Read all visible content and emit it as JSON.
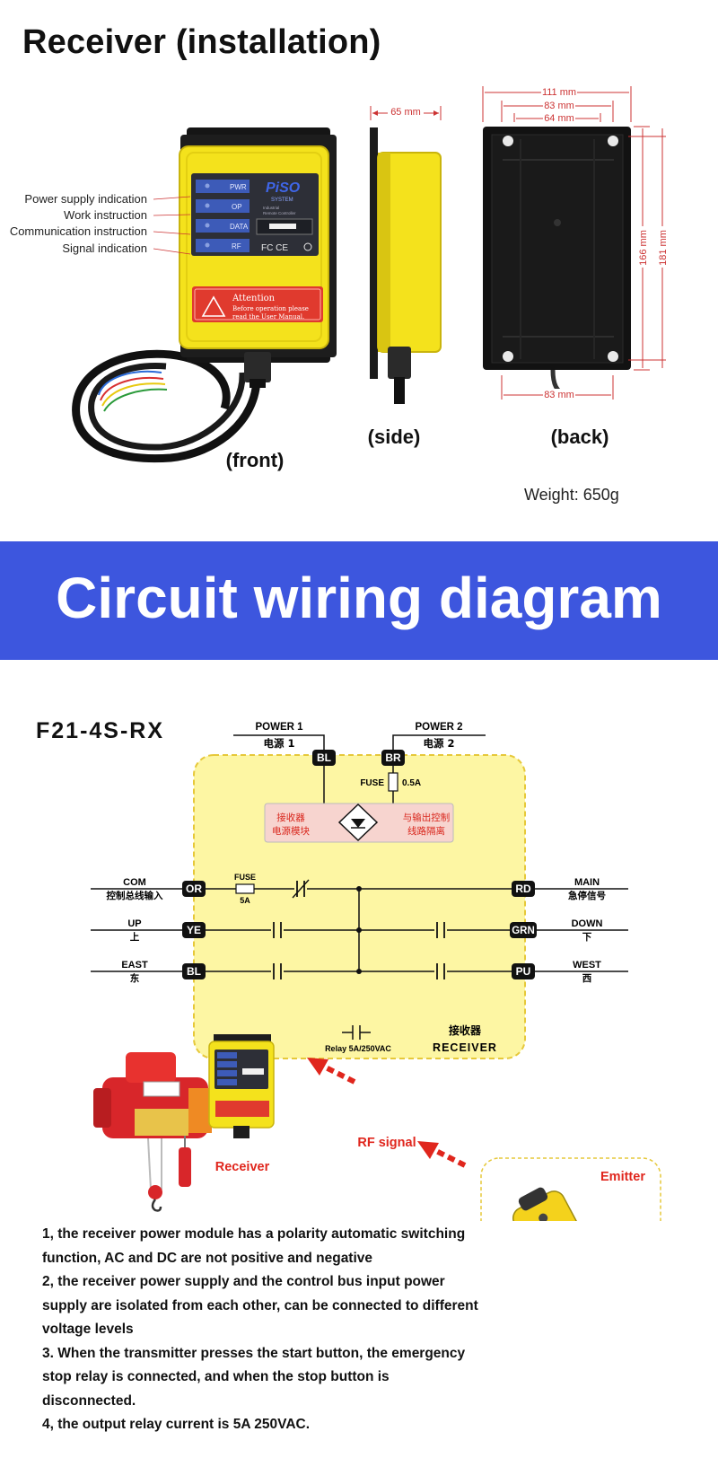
{
  "title": "Receiver (installation)",
  "views": {
    "front": "(front)",
    "side": "(side)",
    "back": "(back)"
  },
  "weight": "Weight: 650g",
  "device": {
    "brand": "PiSO",
    "brand_sub": "SYSTEM",
    "tagline_1": "Industrial",
    "tagline_2": "Remote Controller",
    "indicators": [
      "PWR",
      "OP",
      "DATA",
      "RF"
    ],
    "cert": "FC CE",
    "attention_title": "Attention",
    "attention_line1": "Before operation please",
    "attention_line2": "read the User Manual."
  },
  "callouts": [
    "Power supply indication",
    "Work instruction",
    "Communication instruction",
    "Signal indication"
  ],
  "dimensions": {
    "side_depth": "65 mm",
    "back_w1": "111 mm",
    "back_w2": "83 mm",
    "back_w3": "64 mm",
    "back_bottom": "83 mm",
    "back_h1": "166 mm",
    "back_h2": "181 mm"
  },
  "banner": "Circuit wiring diagram",
  "wiring": {
    "model": "F21-4S-RX",
    "power1_en": "POWER 1",
    "power1_cn": "电源 1",
    "power2_en": "POWER 2",
    "power2_cn": "电源 2",
    "term_bl_top": "BL",
    "term_br": "BR",
    "fuse_top": "FUSE",
    "fuse_top_val": "0.5A",
    "module_left_1": "接收器",
    "module_left_2": "电源模块",
    "module_right_1": "与输出控制",
    "module_right_2": "线路隔离",
    "left_lines": [
      {
        "en": "COM",
        "cn": "控制总线输入",
        "term": "OR"
      },
      {
        "en": "UP",
        "cn": "上",
        "term": "YE"
      },
      {
        "en": "EAST",
        "cn": "东",
        "term": "BL"
      }
    ],
    "right_lines": [
      {
        "en": "MAIN",
        "cn": "急停信号",
        "term": "RD"
      },
      {
        "en": "DOWN",
        "cn": "下",
        "term": "GRN"
      },
      {
        "en": "WEST",
        "cn": "西",
        "term": "PU"
      }
    ],
    "fuse_com": "FUSE",
    "fuse_com_val": "5A",
    "relay_legend": "Relay 5A/250VAC",
    "receiver_cn": "接收器",
    "receiver_en": "RECEIVER"
  },
  "labels": {
    "receiver": "Receiver",
    "rf_signal": "RF signal",
    "emitter": "Emitter"
  },
  "notes": [
    "1, the receiver power module has a polarity automatic switching function, AC and DC are not positive and negative",
    "2, the receiver power supply and the control bus input power supply are isolated from each other, can be connected to different voltage levels",
    "3. When the transmitter presses the start button, the emergency stop relay is connected, and when the stop button is disconnected.",
    "4, the output relay current is 5A  250VAC."
  ],
  "colors": {
    "banner": "#3d56de",
    "device_yellow": "#f4e21c",
    "wiring_panel": "#fdf6a3",
    "dashed_border": "#e6c83a",
    "accent_red": "#e0261d"
  }
}
